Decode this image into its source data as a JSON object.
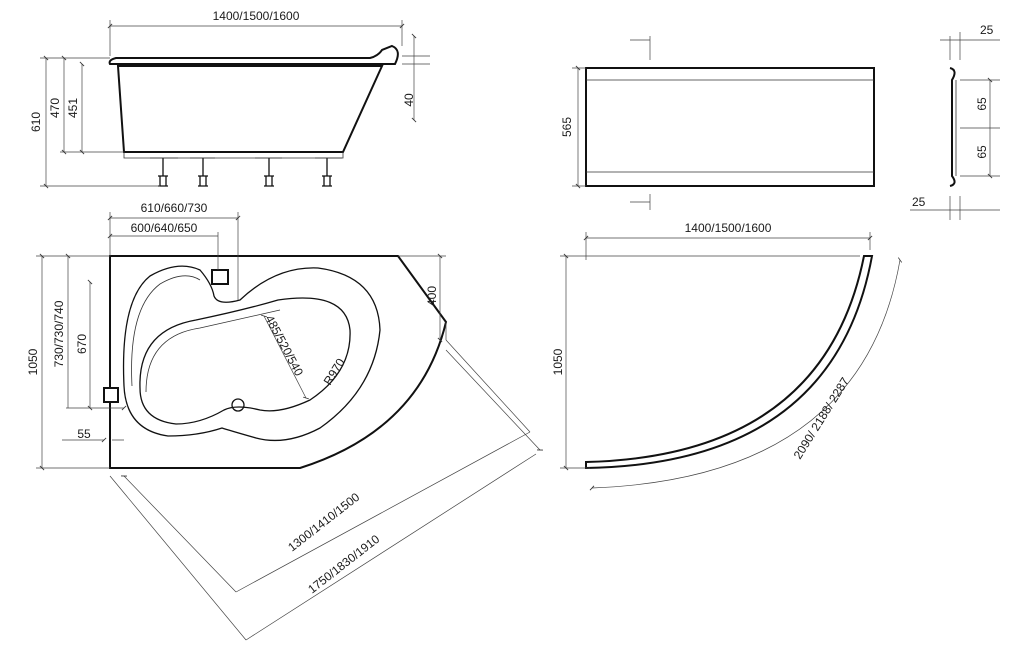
{
  "front_view": {
    "width": "1400/1500/1600",
    "height_total": "610",
    "height_rim": "470",
    "height_inner": "451",
    "rim_thickness": "40"
  },
  "panel_front": {
    "height": "565"
  },
  "panel_side": {
    "top_offset": "25",
    "seg_upper": "65",
    "seg_lower": "65",
    "bottom_offset": "25"
  },
  "plan_view": {
    "width_outer": "610/660/730",
    "width_inner": "600/640/650",
    "depth": "1050",
    "depth_left": "730/730/740",
    "depth_inner": "670",
    "corner_cut": "400",
    "inner_width": "485/520/540",
    "radius": "R970",
    "valve_offset": "55",
    "diag_inner": "1300/1410/1500",
    "diag_outer": "1750/1830/1910"
  },
  "curved_panel": {
    "width": "1400/1500/1600",
    "depth": "1050",
    "arc_length": "2090/ 2188/ 2287"
  }
}
